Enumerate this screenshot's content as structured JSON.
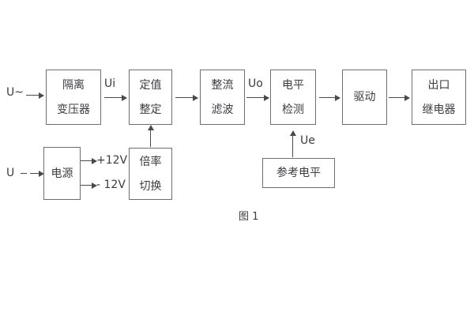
{
  "diagram": {
    "caption": "图 1",
    "blocks": [
      {
        "id": "isolation-transformer",
        "line1": "隔离",
        "line2": "变压器"
      },
      {
        "id": "setting-value",
        "line1": "定值",
        "line2": "整定"
      },
      {
        "id": "rectify-filter",
        "line1": "整流",
        "line2": "滤波"
      },
      {
        "id": "level-detection",
        "line1": "电平",
        "line2": "检测"
      },
      {
        "id": "drive",
        "line1": "驱动",
        "line2": ""
      },
      {
        "id": "output-relay",
        "line1": "出口",
        "line2": "继电器"
      },
      {
        "id": "power-supply",
        "line1": "电源",
        "line2": ""
      },
      {
        "id": "multiplier-switch",
        "line1": "倍率",
        "line2": "切换"
      },
      {
        "id": "reference-level",
        "line1": "参考电平",
        "line2": ""
      }
    ],
    "signals": {
      "input_ac": "U~",
      "input_dc": "U",
      "ui": "Ui",
      "uo": "Uo",
      "ue": "Ue",
      "supply_positive": "+12V",
      "supply_negative": "- 12V"
    }
  }
}
